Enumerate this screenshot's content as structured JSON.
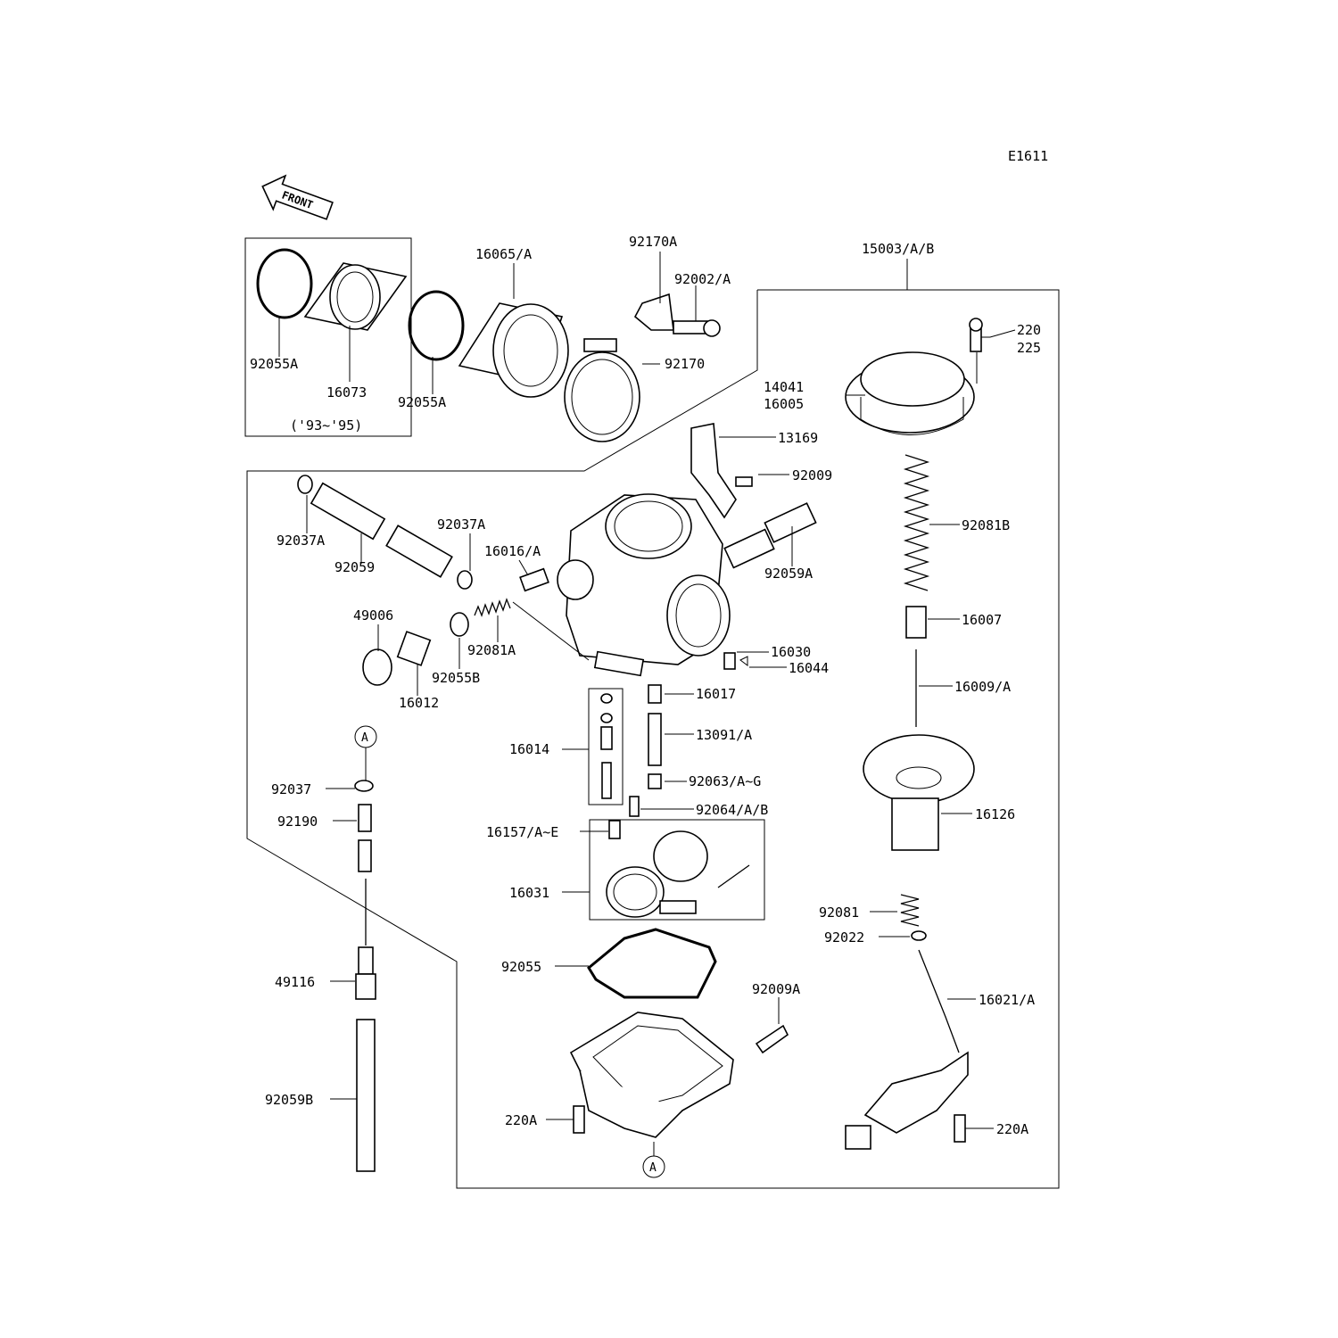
{
  "diagram_code": "E1611",
  "front_label": "FRONT",
  "year_note": "('93~'95)",
  "callout_a": "A",
  "parts": {
    "p92055A_left": "92055A",
    "p16073": "16073",
    "p92055A_mid": "92055A",
    "p16065A": "16065/A",
    "p92170A": "92170A",
    "p92002A": "92002/A",
    "p92170": "92170",
    "p15003AB": "15003/A/B",
    "p220": "220",
    "p225": "225",
    "p14041": "14041",
    "p16005": "16005",
    "p13169": "13169",
    "p92009": "92009",
    "p92081B": "92081B",
    "p16007": "16007",
    "p16009A": "16009/A",
    "p16126": "16126",
    "p92037A_left": "92037A",
    "p92059": "92059",
    "p92037A_mid": "92037A",
    "p16016A": "16016/A",
    "p92059A": "92059A",
    "p49006": "49006",
    "p92081A": "92081A",
    "p92055B": "92055B",
    "p16012": "16012",
    "p16030": "16030",
    "p16044": "16044",
    "p16017": "16017",
    "p13091A": "13091/A",
    "p16014": "16014",
    "p92063AG": "92063/A~G",
    "p92064AB": "92064/A/B",
    "p16157AE": "16157/A~E",
    "p92037": "92037",
    "p92190": "92190",
    "p16031": "16031",
    "p92081": "92081",
    "p92022": "92022",
    "p92055": "92055",
    "p49116": "49116",
    "p92009A": "92009A",
    "p16021A": "16021/A",
    "p92059B": "92059B",
    "p220A_left": "220A",
    "p220A_right": "220A"
  }
}
